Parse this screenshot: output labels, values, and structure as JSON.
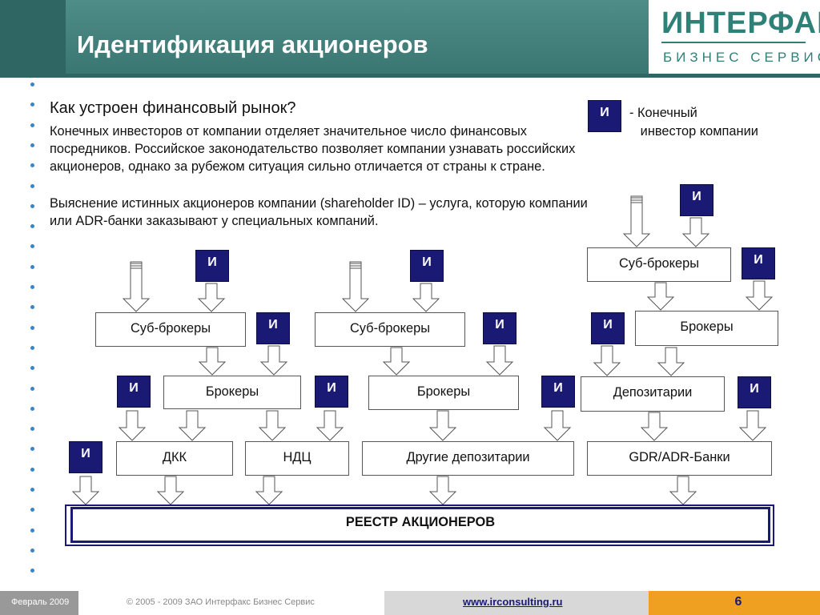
{
  "header": {
    "title": "Идентификация акционеров",
    "logo_top": "ИНТЕРФАКС",
    "logo_bottom": "БИЗНЕС СЕРВИС"
  },
  "content": {
    "question": "Как устроен финансовый рынок?",
    "paragraph1": "Конечных инвесторов от компании отделяет значительное число финансовых посредников. Российское законодательство позволяет компании узнавать российских акционеров, однако за рубежом ситуация сильно отличается от страны к стране.",
    "paragraph2": "Выяснение истинных акционеров компании (shareholder ID) – услуга, которую компании или ADR-банки заказывают у специальных компаний."
  },
  "legend": {
    "symbol": "И",
    "text": "- Конечный\n   инвестор компании"
  },
  "diagram": {
    "investor_symbol": "И",
    "sub_brokers": "Суб-брокеры",
    "brokers": "Брокеры",
    "depositaries": "Депозитарии",
    "dkk": "ДКК",
    "ndc": "НДЦ",
    "other_depositaries": "Другие депозитарии",
    "gdr_adr_banks": "GDR/ADR-Банки",
    "registry": "РЕЕСТР АКЦИОНЕРОВ"
  },
  "footer": {
    "date": "Февраль 2009",
    "copyright": "© 2005 - 2009 ЗАО Интерфакс Бизнес Сервис",
    "url": "www.irconsulting.ru",
    "page": "6"
  },
  "colors": {
    "header_teal": "#3a7672",
    "investor_navy": "#1a1a75",
    "footer_orange": "#f0a020",
    "bullet_blue": "#3a85c8"
  }
}
